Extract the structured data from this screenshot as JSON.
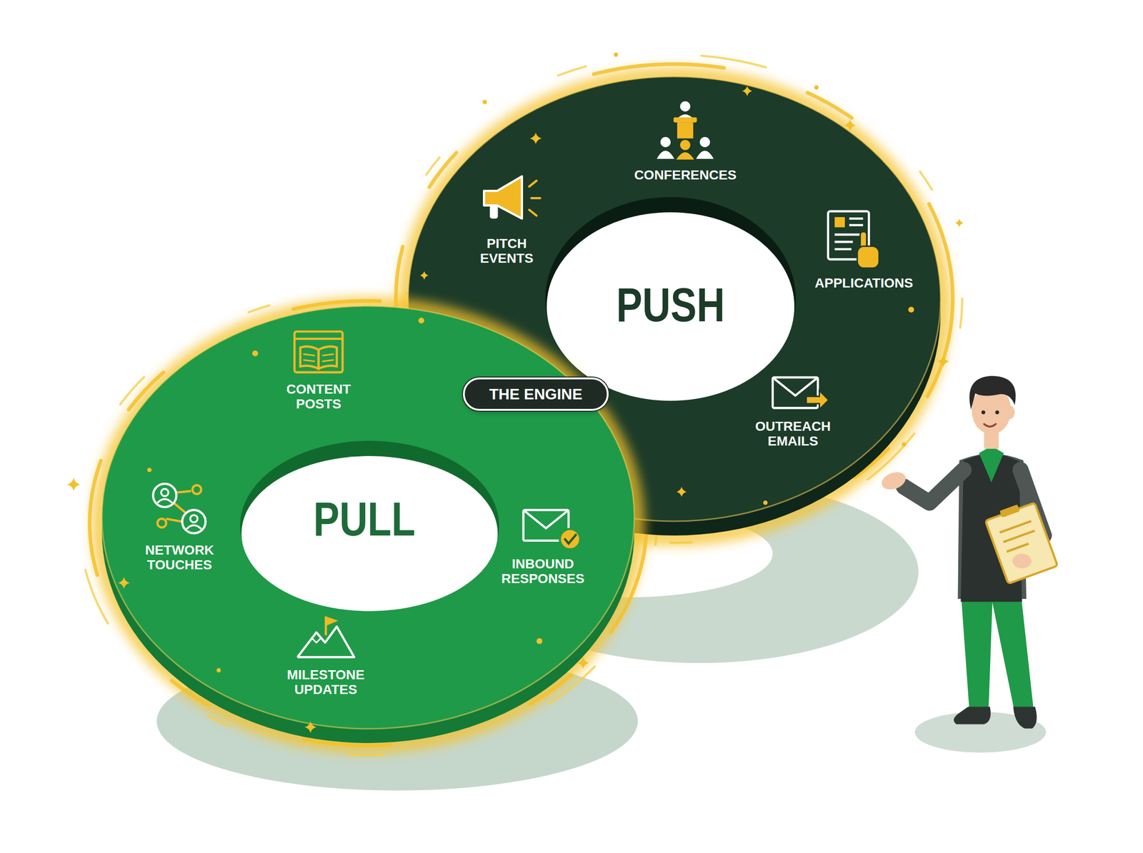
{
  "diagram": {
    "nodes": [
      {
        "text": [
          "PUSH",
          "PITCH EVENTS",
          "CONFERENCES",
          "APPLICATIONS",
          "OUTREACH EMAILS"
        ]
      },
      {
        "text": [
          "PULL",
          "CONTENT POSTS",
          "NETWORK TOUCHES",
          "MILESTONE UPDATES",
          "INBOUND RESPONSES"
        ]
      },
      {
        "text": [
          "THE ENGINE"
        ]
      }
    ]
  }
}
